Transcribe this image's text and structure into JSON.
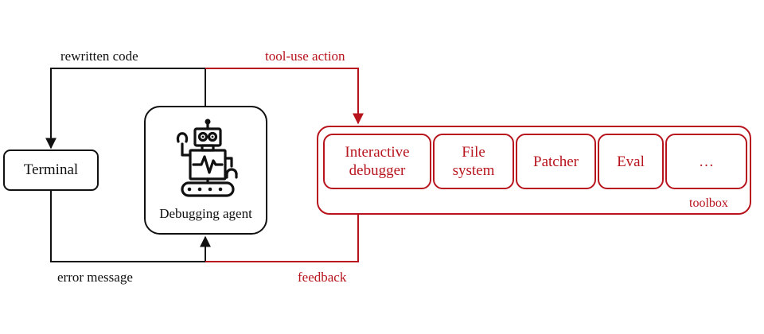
{
  "diagram": {
    "nodes": {
      "terminal": "Terminal",
      "agent": "Debugging agent"
    },
    "edges": {
      "rewritten_code": "rewritten code",
      "error_message": "error message",
      "tool_use_action": "tool-use action",
      "feedback": "feedback"
    },
    "toolbox": {
      "label": "toolbox",
      "tools": [
        "Interactive\ndebugger",
        "File\nsystem",
        "Patcher",
        "Eval",
        "…"
      ]
    },
    "icons": {
      "agent": "robot-icon"
    },
    "colors": {
      "primary": "#111111",
      "accent": "#b8141d"
    }
  }
}
